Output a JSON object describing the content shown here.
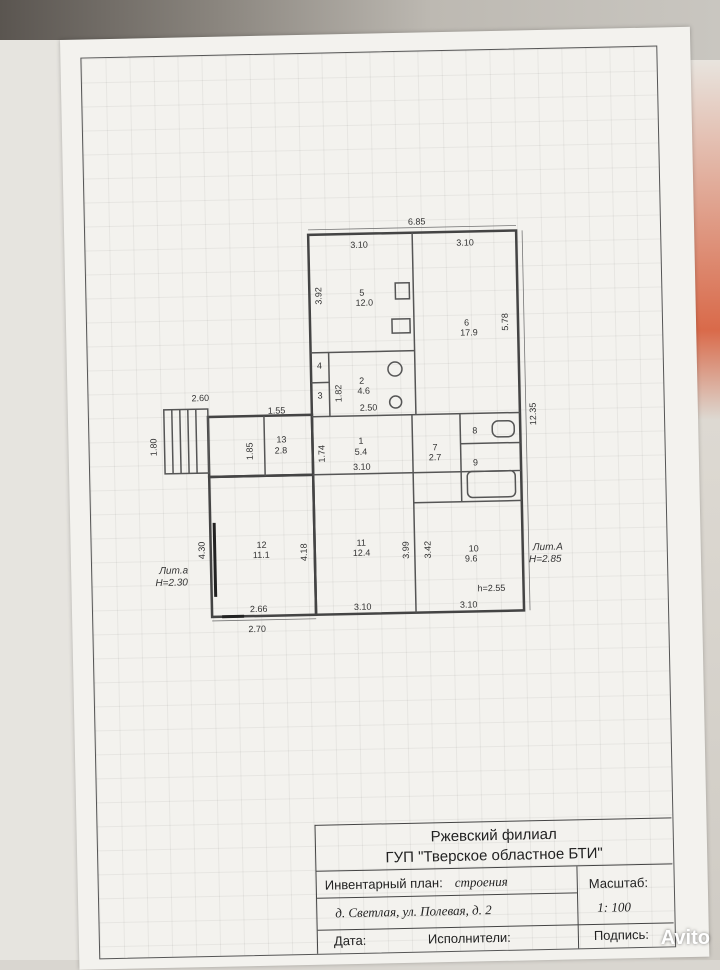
{
  "plan": {
    "overall_width": "6.85",
    "overall_height": "12.35",
    "rooms": [
      {
        "num": "5",
        "area": "12.0"
      },
      {
        "num": "6",
        "area": "17.9"
      },
      {
        "num": "2",
        "area": "4.6"
      },
      {
        "num": "3",
        "area": ""
      },
      {
        "num": "4",
        "area": ""
      },
      {
        "num": "1",
        "area": "5.4"
      },
      {
        "num": "13",
        "area": "2.8"
      },
      {
        "num": "7",
        "area": "2.7"
      },
      {
        "num": "8",
        "area": ""
      },
      {
        "num": "9",
        "area": ""
      },
      {
        "num": "12",
        "area": "11.1"
      },
      {
        "num": "11",
        "area": "12.4"
      },
      {
        "num": "10",
        "area": "9.6"
      }
    ],
    "dims": {
      "top_left": "3.10",
      "top_right": "3.10",
      "r5_height": "3.92",
      "r6_height": "5.78",
      "r2_height": "1.82",
      "corridor_w": "2.50",
      "porch_w": "2.60",
      "porch_h": "1.80",
      "r13_w": "1.55",
      "r13_h": "1.85",
      "r1_h": "1.74",
      "r1_w": "3.10",
      "r12_outer_h": "4.30",
      "r12_h": "4.18",
      "r11_h": "3.99",
      "r10_h": "3.42",
      "bottom_left_inner": "2.66",
      "bottom_left_outer": "2.70",
      "bottom_mid": "3.10",
      "bottom_right": "3.10",
      "ceiling_h": "h=2.55"
    },
    "lit_a_label": "Лит.А",
    "lit_a_height": "H=2.85",
    "lit_a_small_label": "Лит.а",
    "lit_a_small_height": "H=2.30"
  },
  "stamp": {
    "org_line1": "Ржевский филиал",
    "org_line2": "ГУП \"Тверское областное БТИ\"",
    "inventory_label": "Инвентарный план:",
    "inventory_value": "строения",
    "address": "д. Светлая, ул. Полевая, д. 2",
    "scale_label": "Масштаб:",
    "scale_value": "1:  100",
    "date_label": "Дата:",
    "executors_label": "Исполнители:",
    "signature_label": "Подпись:"
  },
  "watermark": "Avito",
  "colors": {
    "lit_label": "#d23a3a",
    "paper": "#f3f2ee"
  }
}
